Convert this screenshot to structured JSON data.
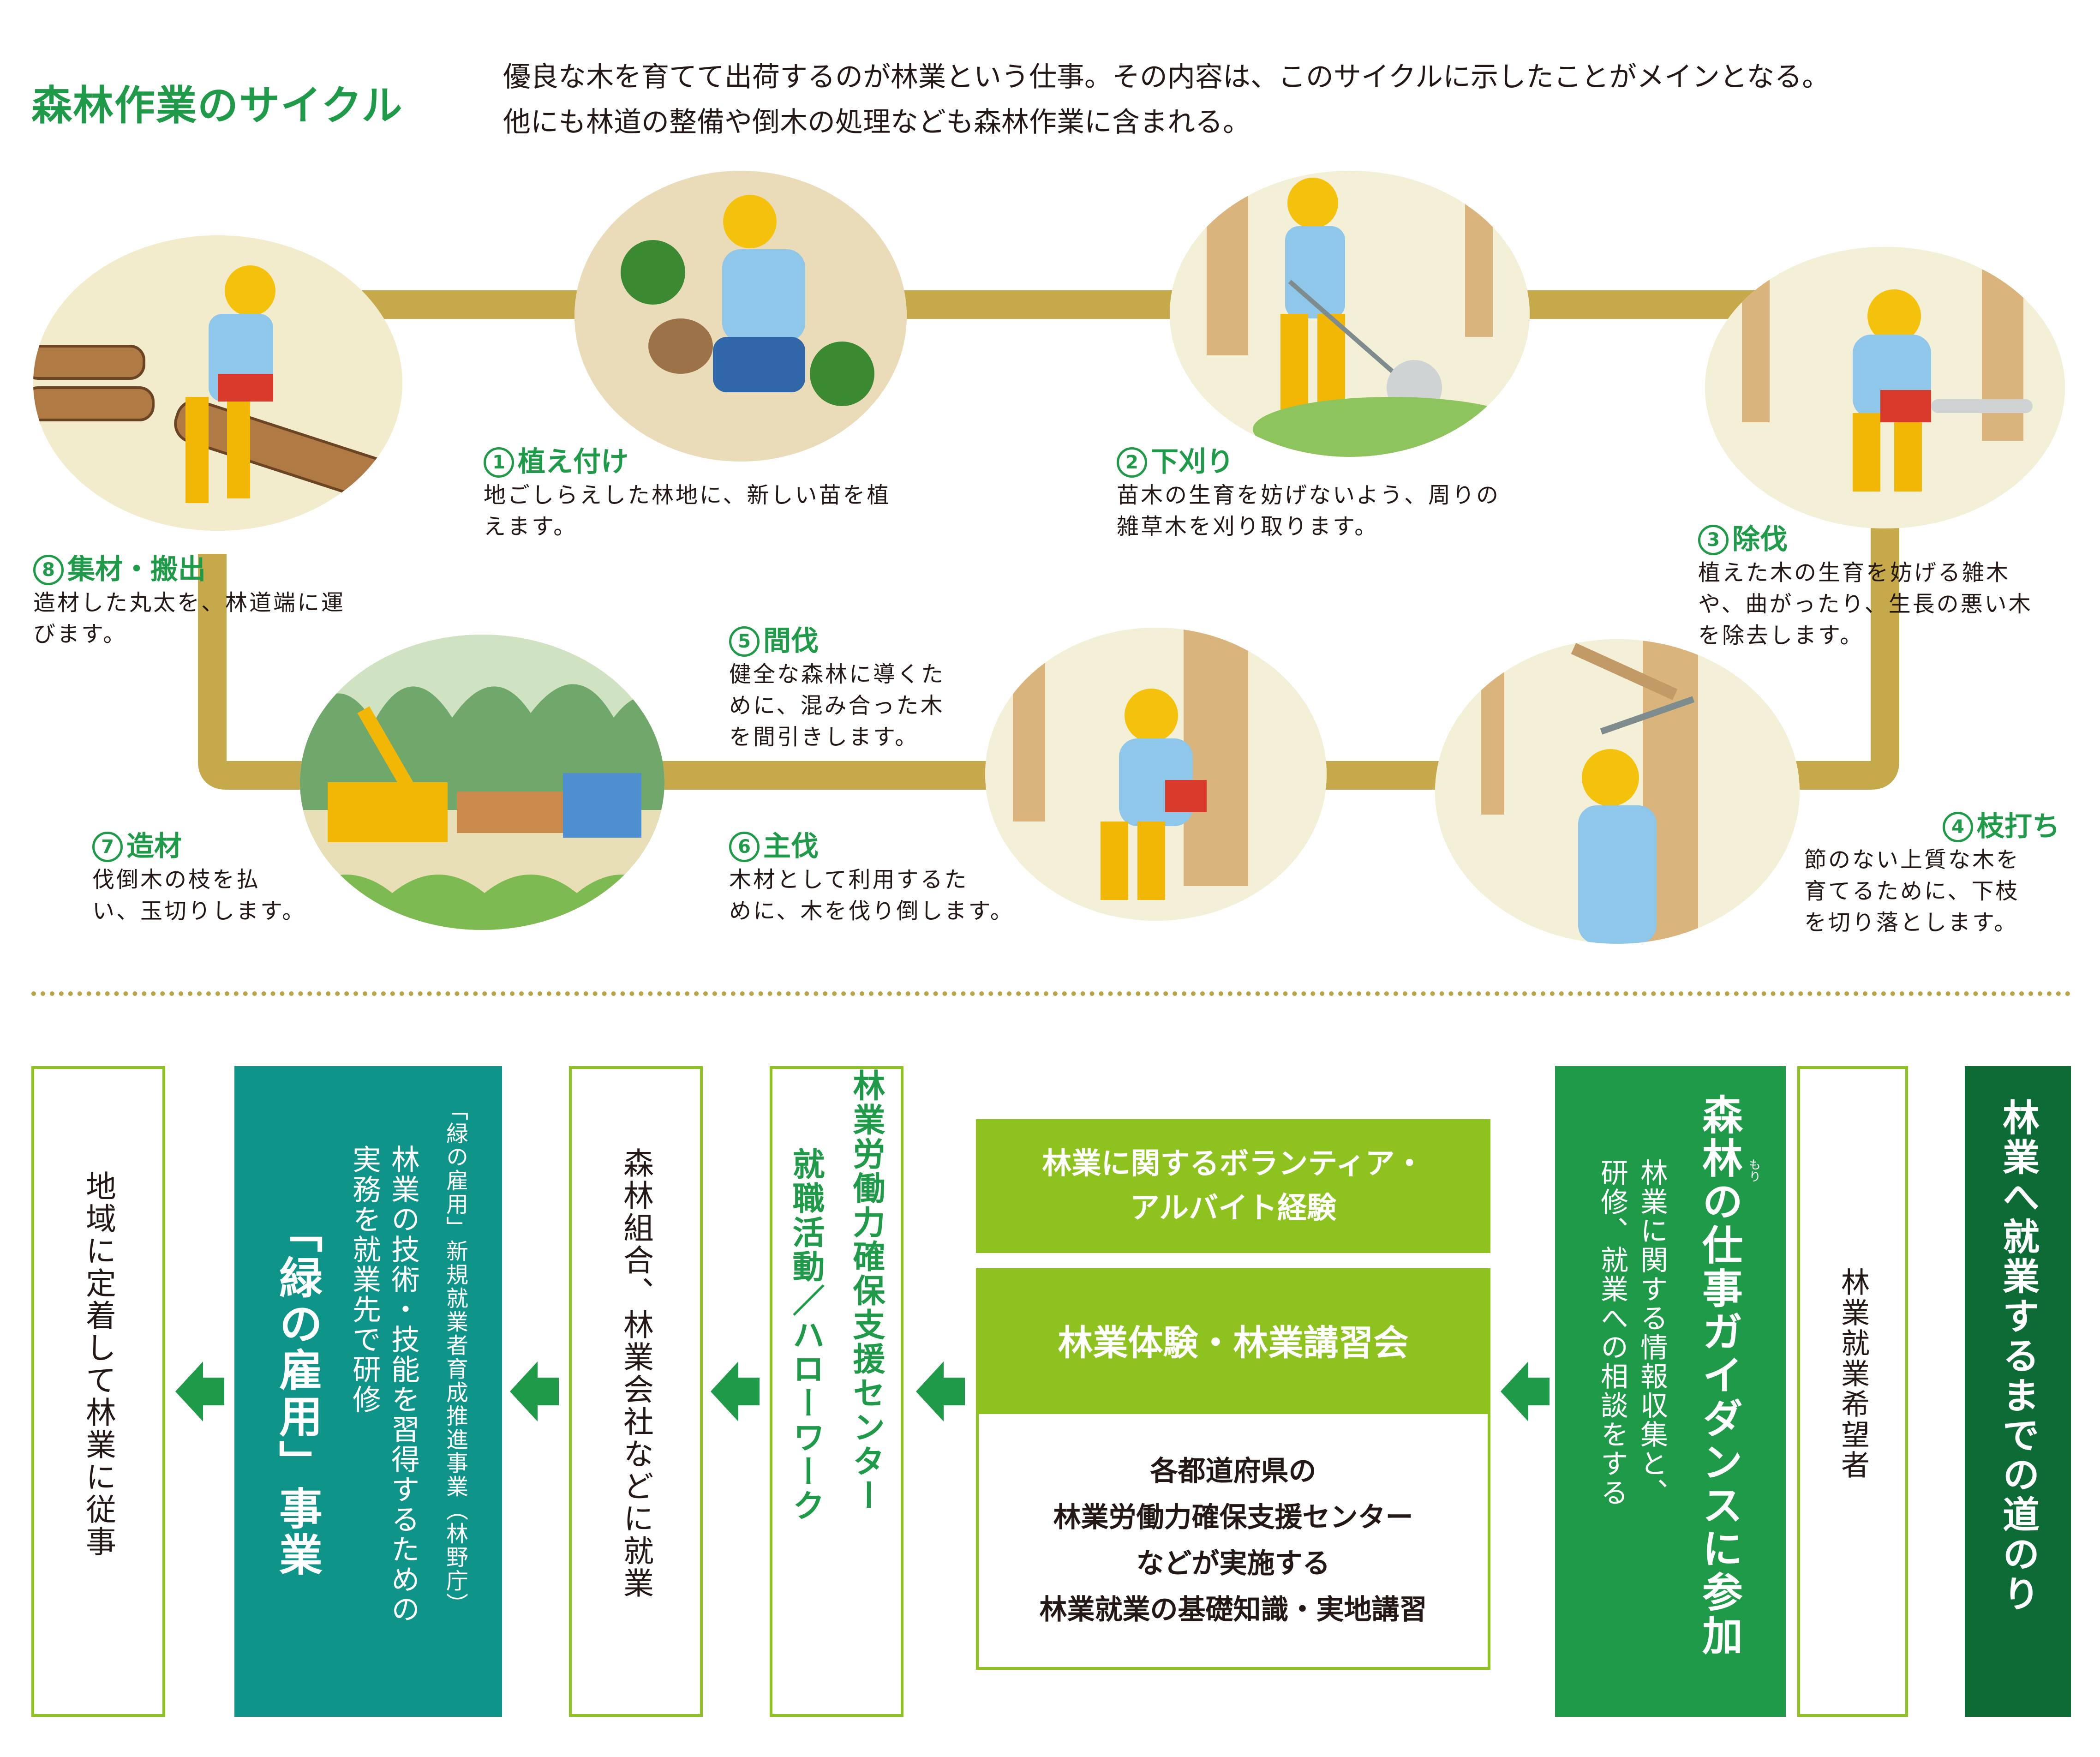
{
  "header": {
    "title": "森林作業のサイクル",
    "intro_line1": "優良な木を育てて出荷するのが林業という仕事。その内容は、このサイクルに示したことがメインとなる。",
    "intro_line2": "他にも林道の整備や倒木の処理なども森林作業に含まれる。"
  },
  "cycle": {
    "steps": [
      {
        "num": "①",
        "title": "植え付け",
        "desc": "地ごしらえした林地に、新しい苗を植\nえます。"
      },
      {
        "num": "②",
        "title": "下刈り",
        "desc": "苗木の生育を妨げないよう、周りの\n雑草木を刈り取ります。"
      },
      {
        "num": "③",
        "title": "除伐",
        "desc": "植えた木の生育を妨げる雑木\nや、曲がったり、生長の悪い木\nを除去します。"
      },
      {
        "num": "④",
        "title": "枝打ち",
        "desc": "節のない上質な木を\n育てるために、下枝\nを切り落とします。"
      },
      {
        "num": "⑤",
        "title": "間伐",
        "desc": "健全な森林に導くた\nめに、混み合った木\nを間引きします。"
      },
      {
        "num": "⑥",
        "title": "主伐",
        "desc": "木材として利用するた\nめに、木を伐り倒します。"
      },
      {
        "num": "⑦",
        "title": "造材",
        "desc": "伐倒木の枝を払\nい、玉切りします。"
      },
      {
        "num": "⑧",
        "title": "集材・搬出",
        "desc": "造材した丸太を、林道端に運\nびます。"
      }
    ]
  },
  "path": {
    "title": "林業へ就業するまでの道のり",
    "applicant": "林業就業希望者",
    "guidance_ruby": "もり",
    "guidance_title": "森林の仕事ガイダンスに参加",
    "guidance_desc": "林業に関する情報収集と、\n研修、就業への相談をする",
    "volunteer": "林業に関するボランティア・\nアルバイト経験",
    "experience": "林業体験・林業講習会",
    "experience_desc": "各都道府県の\n林業労働力確保支援センター\nなどが実施する\n林業就業の基礎知識・実地講習",
    "job_hunt_title": "就職活動／ハローワーク",
    "job_hunt_sub": "林業労働力確保支援センター",
    "employment": "森林組合、林業会社などに就業",
    "midori_title": "「緑の雇用」事業",
    "midori_desc": "林業の技術・技能を習得するための\n実務を就業先で研修",
    "midori_sub": "「緑の雇用」新規就業者育成推進事業（林野庁）",
    "settle": "地域に定着して林業に従事"
  },
  "colors": {
    "green": "#1e9a49",
    "dark_green": "#0d6b36",
    "teal": "#0e9488",
    "lime": "#8dc21f",
    "track": "#c6a94a"
  }
}
